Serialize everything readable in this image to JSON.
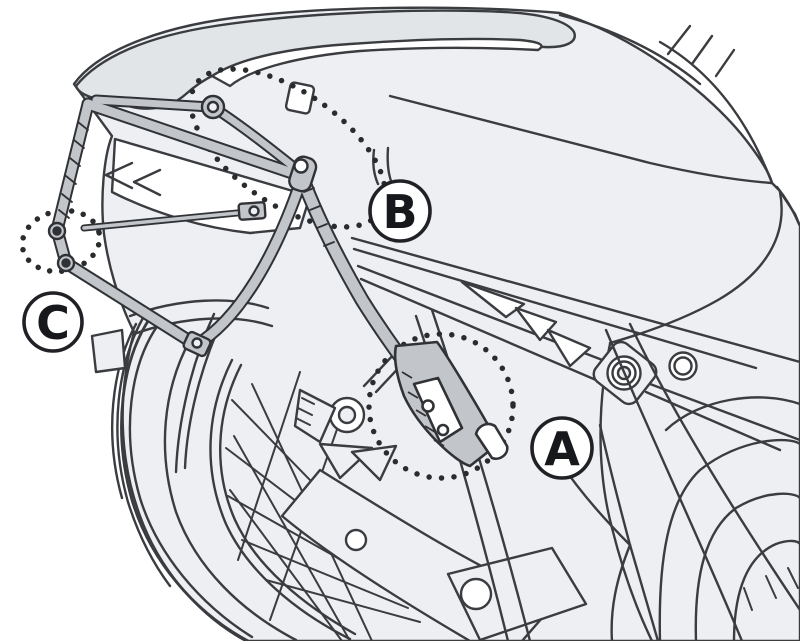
{
  "diagram": {
    "kind": "motorcycle-side-rack-installation-diagram",
    "callouts": [
      {
        "id": "A",
        "label": "A"
      },
      {
        "id": "B",
        "label": "B"
      },
      {
        "id": "C",
        "label": "C"
      }
    ]
  },
  "colors": {
    "background": "#ffffff",
    "body_fill": "#edeff2",
    "outline": "#3a3c40",
    "rack_fill": "#c2c5c9",
    "rack_outline": "#303236",
    "dot_color": "#2a2b2e",
    "callout_bg": "#ffffff",
    "callout_border": "#202125",
    "callout_text": "#17181c"
  }
}
